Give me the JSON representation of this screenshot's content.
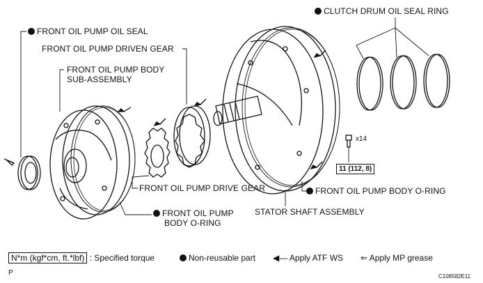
{
  "labels": {
    "clutch_drum_oil_seal_ring": "CLUTCH DRUM OIL SEAL RING",
    "front_oil_pump_oil_seal": "FRONT OIL PUMP OIL SEAL",
    "front_oil_pump_driven_gear": "FRONT OIL PUMP DRIVEN GEAR",
    "front_oil_pump_body_subassembly_line1": "FRONT OIL PUMP BODY",
    "front_oil_pump_body_subassembly_line2": "SUB-ASSEMBLY",
    "front_oil_pump_drive_gear": "FRONT OIL PUMP DRIVE GEAR",
    "front_oil_pump_body_oring_right": "FRONT OIL PUMP BODY O-RING",
    "front_oil_pump_body_oring_left_line1": "FRONT OIL PUMP",
    "front_oil_pump_body_oring_left_line2": "BODY O-RING",
    "stator_shaft_assembly": "STATOR SHAFT ASSEMBLY",
    "bolt_count": "x14",
    "torque_spec": "11 (112, 8)"
  },
  "legend": {
    "torque_unit": "N*m (kgf*cm, ft.*lbf)",
    "torque_text": ": Specified torque",
    "non_reusable": "Non-reusable part",
    "apply_atf": "Apply ATF WS",
    "apply_mp": "Apply MP grease"
  },
  "corner": {
    "left": "P",
    "right": "C108582E11"
  }
}
